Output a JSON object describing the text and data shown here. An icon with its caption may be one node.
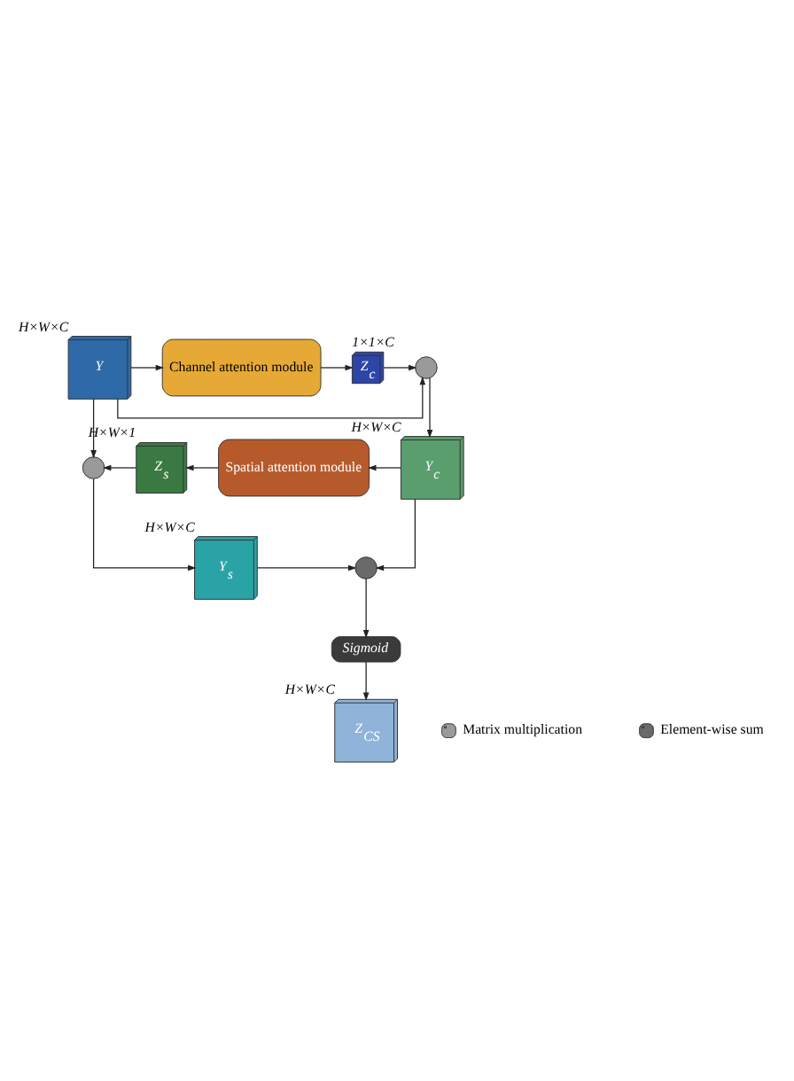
{
  "diagram": {
    "nodes": [
      {
        "text": [
          "Y"
        ],
        "beside": [
          "H×W×C"
        ]
      },
      {
        "text": [
          "Channel attention module"
        ]
      },
      {
        "text": [
          "Z$_{c}$"
        ],
        "beside": [
          "1×1×C"
        ]
      },
      {
        "text": [],
        "shape": "circle"
      },
      {
        "text": [
          "Y$_{c}$"
        ],
        "beside": [
          "H×W×C"
        ]
      },
      {
        "text": [
          "Spatial attention module"
        ]
      },
      {
        "text": [
          "Z$_{s}$"
        ],
        "beside": [
          "H×W×1"
        ]
      },
      {
        "text": [],
        "shape": "circle"
      },
      {
        "text": [
          "Y$_{s}$"
        ],
        "beside": [
          "H×W×C"
        ]
      },
      {
        "text": [],
        "shape": "circle"
      },
      {
        "text": [
          "Sigmoid"
        ]
      },
      {
        "text": [
          "Z$_{CS}$"
        ],
        "beside": [
          "H×W×C"
        ]
      }
    ],
    "edges": [
      {
        "from": 0,
        "to": 1,
        "arrow": "to"
      },
      {
        "from": 1,
        "to": 2,
        "arrow": "to"
      },
      {
        "from": 2,
        "to": 3,
        "arrow": "to"
      },
      {
        "from": 0,
        "to": 3,
        "arrow": "to"
      },
      {
        "from": 3,
        "to": 4,
        "arrow": "to"
      },
      {
        "from": 4,
        "to": 5,
        "arrow": "to"
      },
      {
        "from": 5,
        "to": 6,
        "arrow": "to"
      },
      {
        "from": 6,
        "to": 7,
        "arrow": "to"
      },
      {
        "from": 0,
        "to": 7,
        "arrow": "to"
      },
      {
        "from": 7,
        "to": 8,
        "arrow": "to"
      },
      {
        "from": 8,
        "to": 9,
        "arrow": "to"
      },
      {
        "from": 4,
        "to": 9,
        "arrow": "to"
      },
      {
        "from": 9,
        "to": 10,
        "arrow": "to"
      },
      {
        "from": 10,
        "to": 11,
        "arrow": "to"
      }
    ],
    "legend": [
      {
        "text": "Matrix multiplication"
      },
      {
        "text": "Element-wise sum"
      }
    ]
  }
}
